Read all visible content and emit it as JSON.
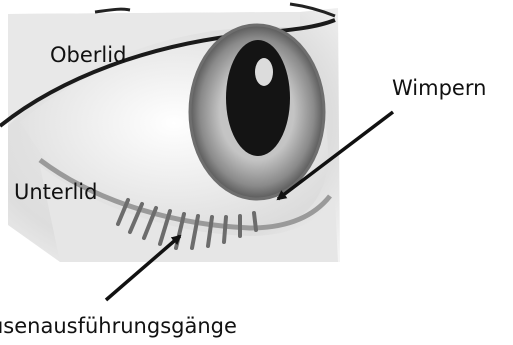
{
  "diagram": {
    "labels": {
      "upper_lid": "Oberlid",
      "lower_lid": "Unterlid",
      "eyelashes": "Wimpern",
      "gland_ducts": "üsenausführungsgänge"
    },
    "colors": {
      "text": "#111111",
      "arrow": "#111111",
      "iris": "#8a8a8a",
      "pupil": "#141414",
      "sclera": "#f4f4f4",
      "skin": "#e2e2e2"
    }
  }
}
